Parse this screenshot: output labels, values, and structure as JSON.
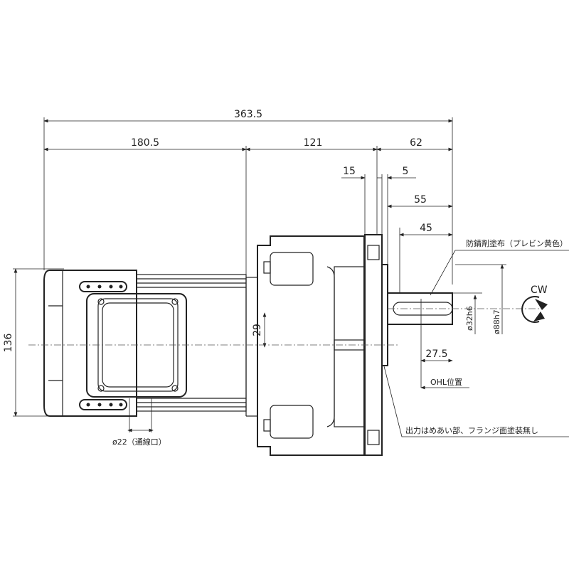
{
  "dimensions": {
    "overall_length": "363.5",
    "motor_length": "180.5",
    "gear_length": "121",
    "shaft_length": "62",
    "flange_thickness": "15",
    "flange_gap": "5",
    "shaft_55": "55",
    "key_45": "45",
    "height": "136",
    "offset": "29",
    "ohl_distance": "27.5",
    "shaft_diameter": "ø32h6",
    "pilot_diameter": "ø88h7"
  },
  "notes": {
    "rust_preventive": "防錆剤塗布（プレビン黄色）",
    "no_paint": "出力はめあい部、フランジ面塗装無し",
    "ohl_position": "OHL位置",
    "wire_inlet": "ø22（通線口）"
  },
  "rotation": {
    "label": "CW"
  }
}
